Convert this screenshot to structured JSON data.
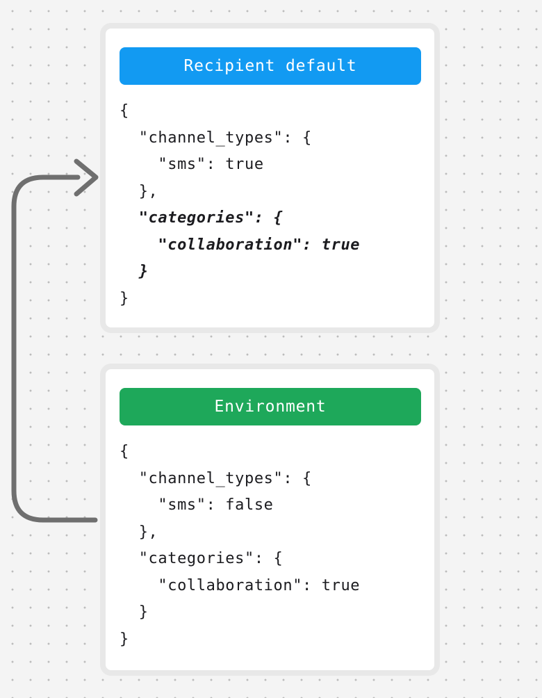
{
  "cards": [
    {
      "title": "Recipient default",
      "title_bg": "#129af2",
      "code_lines": [
        {
          "text": "{",
          "emphasis": false
        },
        {
          "text": "  \"channel_types\": {",
          "emphasis": false
        },
        {
          "text": "    \"sms\": true",
          "emphasis": false
        },
        {
          "text": "  },",
          "emphasis": false
        },
        {
          "text": "  \"categories\": {",
          "emphasis": true
        },
        {
          "text": "    \"collaboration\": true",
          "emphasis": true
        },
        {
          "text": "  }",
          "emphasis": true
        },
        {
          "text": "}",
          "emphasis": false
        }
      ]
    },
    {
      "title": "Environment",
      "title_bg": "#1ea85a",
      "code_lines": [
        {
          "text": "{",
          "emphasis": false
        },
        {
          "text": "  \"channel_types\": {",
          "emphasis": false
        },
        {
          "text": "    \"sms\": false",
          "emphasis": false
        },
        {
          "text": "  },",
          "emphasis": false
        },
        {
          "text": "  \"categories\": {",
          "emphasis": false
        },
        {
          "text": "    \"collaboration\": true",
          "emphasis": false
        },
        {
          "text": "  }",
          "emphasis": false
        },
        {
          "text": "}",
          "emphasis": false
        }
      ]
    }
  ],
  "arrow": {
    "color": "#6f6f6f"
  },
  "colors": {
    "background": "#f4f4f4",
    "dot": "#bcbcbc",
    "card_border": "#e8e8e8",
    "code_text": "#1b1b1f"
  }
}
